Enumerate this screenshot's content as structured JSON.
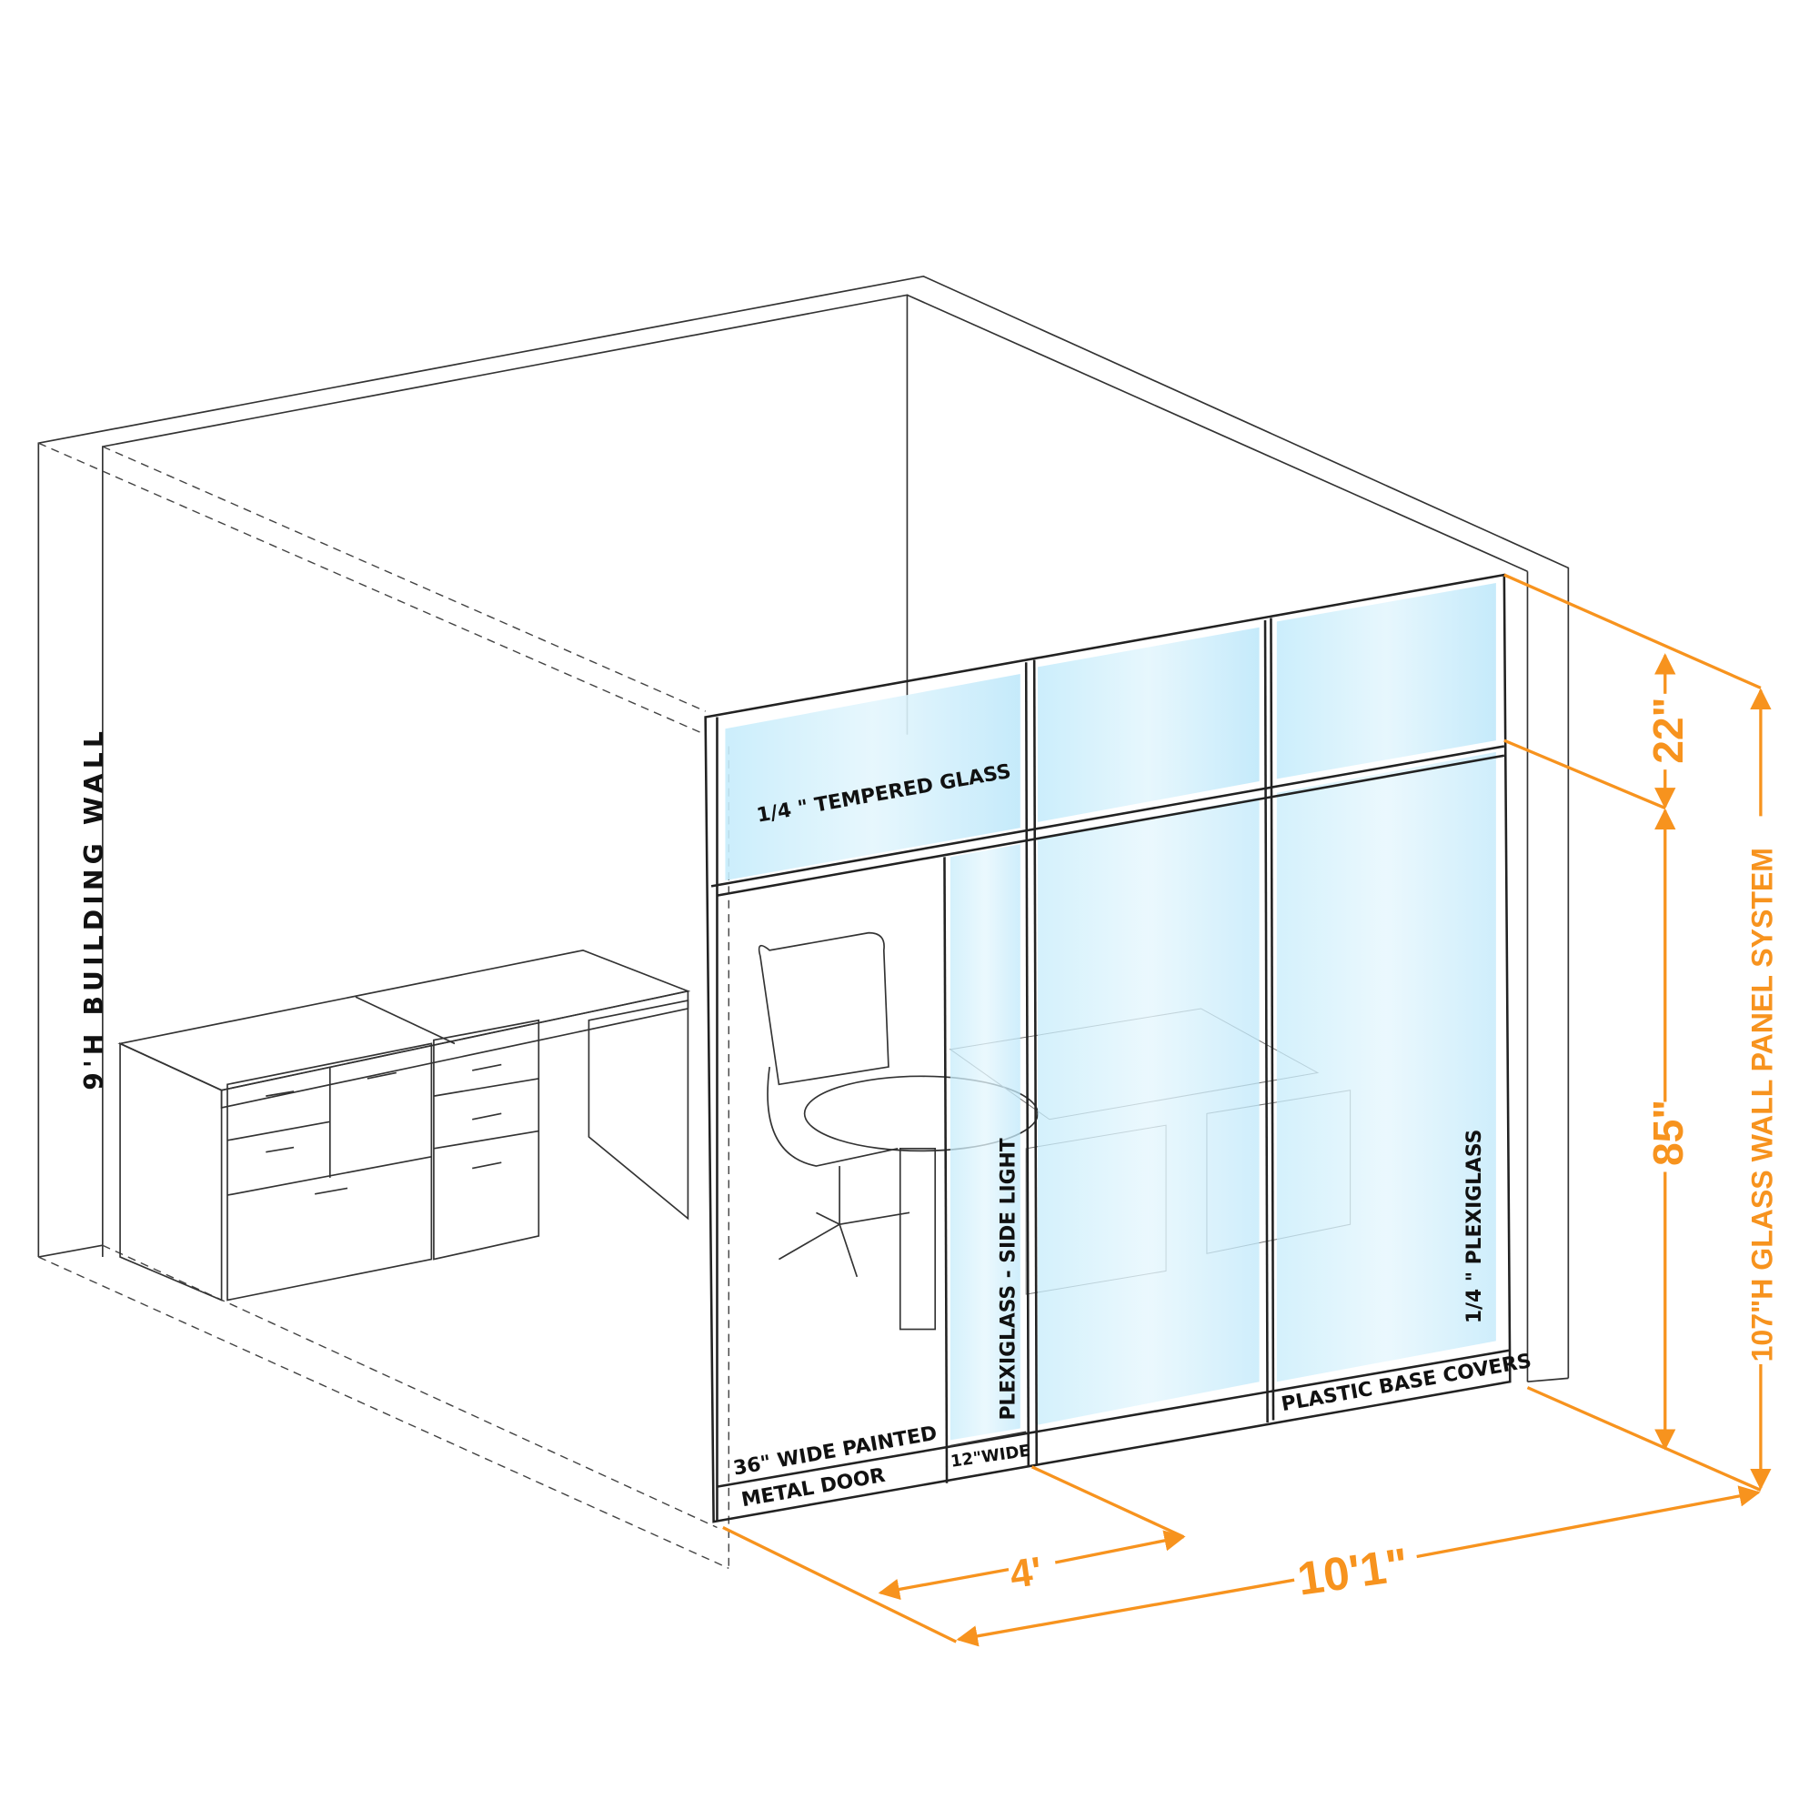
{
  "labels": {
    "building_wall": "9'H BUILDING WALL",
    "tempered_glass": "1/4 \" TEMPERED GLASS",
    "side_light": "PLEXIGLASS - SIDE LIGHT",
    "plexiglass": "1/4 \" PLEXIGLASS",
    "base_covers": "PLASTIC BASE COVERS",
    "door_line1": "36\" WIDE PAINTED",
    "door_line2": "METAL DOOR",
    "sidelight_width": "12\"WIDE"
  },
  "dimensions": {
    "depth": "4'",
    "width": "10'1\"",
    "transom_height": "22\"",
    "panel_height": "85\"",
    "system": "107\"H GLASS WALL PANEL SYSTEM"
  },
  "colors": {
    "dimension": "#f7931e",
    "glass": "#cdeefc"
  }
}
